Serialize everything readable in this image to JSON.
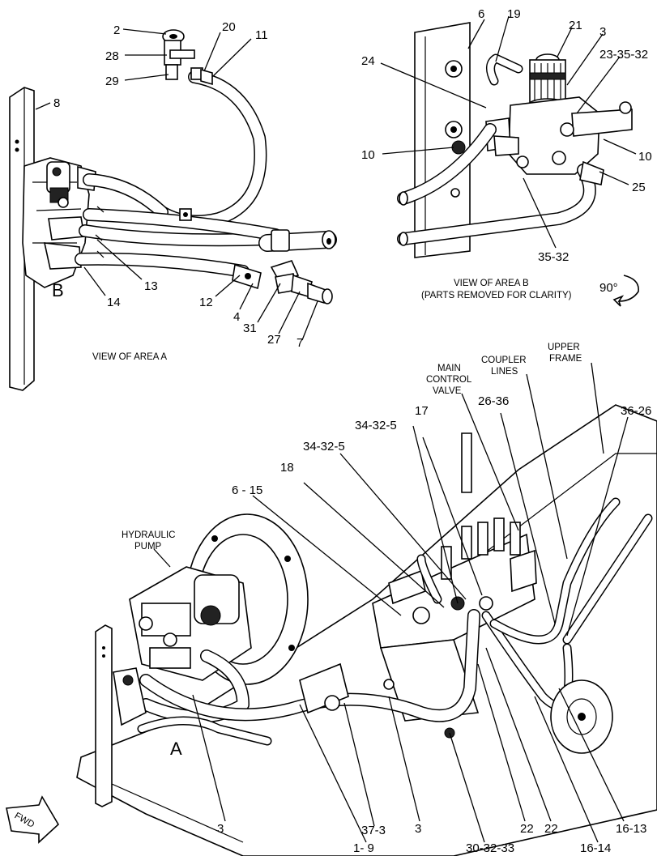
{
  "views": {
    "area_a_caption": "VIEW OF AREA A",
    "area_b_caption_line1": "VIEW OF AREA  B",
    "area_b_caption_line2": "(PARTS REMOVED FOR CLARITY)",
    "rotation": "90°",
    "area_b_marker": "B",
    "area_a_marker": "A"
  },
  "callouts_view_a": [
    "2",
    "28",
    "29",
    "20",
    "11",
    "8",
    "13",
    "14",
    "12",
    "4",
    "31",
    "27",
    "7"
  ],
  "callouts_view_b": [
    "6",
    "19",
    "21",
    "3",
    "23-35-32",
    "24",
    "10",
    "10",
    "25",
    "35-32"
  ],
  "callouts_main": [
    "34-32-5",
    "17",
    "34-32-5",
    "18",
    "6 - 15",
    "26-36",
    "36-26",
    "3",
    "1- 9",
    "37-3",
    "3",
    "30-32-33",
    "22",
    "22",
    "16-14",
    "16-13"
  ],
  "text_labels": {
    "main_control_valve": [
      "MAIN",
      "CONTROL",
      "VALVE"
    ],
    "coupler_lines": [
      "COUPLER",
      "LINES"
    ],
    "upper_frame": [
      "UPPER",
      "FRAME"
    ],
    "hydraulic_pump": [
      "HYDRAULIC",
      "PUMP"
    ],
    "fwd": "FWD"
  }
}
